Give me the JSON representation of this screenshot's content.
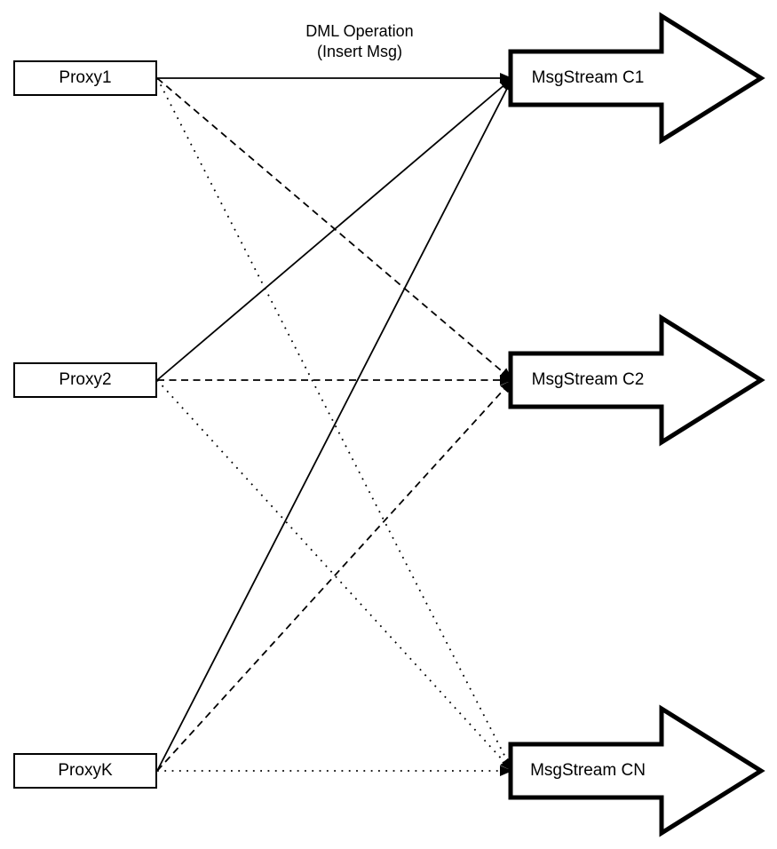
{
  "title": {
    "line1": "DML Operation",
    "line2": "(Insert Msg)"
  },
  "proxies": [
    {
      "id": "proxy1",
      "label": "Proxy1"
    },
    {
      "id": "proxy2",
      "label": "Proxy2"
    },
    {
      "id": "proxyk",
      "label": "ProxyK"
    }
  ],
  "streams": [
    {
      "id": "c1",
      "label": "MsgStream C1"
    },
    {
      "id": "c2",
      "label": "MsgStream C2"
    },
    {
      "id": "cn",
      "label": "MsgStream CN"
    }
  ],
  "edges": [
    {
      "from": "proxy1",
      "to": "c1",
      "style": "solid"
    },
    {
      "from": "proxy1",
      "to": "c2",
      "style": "dashed"
    },
    {
      "from": "proxy1",
      "to": "cn",
      "style": "dotted"
    },
    {
      "from": "proxy2",
      "to": "c1",
      "style": "solid"
    },
    {
      "from": "proxy2",
      "to": "c2",
      "style": "dashed"
    },
    {
      "from": "proxy2",
      "to": "cn",
      "style": "dotted"
    },
    {
      "from": "proxyk",
      "to": "c1",
      "style": "solid"
    },
    {
      "from": "proxyk",
      "to": "c2",
      "style": "dashed"
    },
    {
      "from": "proxyk",
      "to": "cn",
      "style": "dotted"
    }
  ],
  "colors": {
    "edge": "#000000",
    "arrowhead": "#000000",
    "node_fill": "#ffffff",
    "node_stroke": "#000000",
    "text": "#000000",
    "background": "#ffffff"
  }
}
